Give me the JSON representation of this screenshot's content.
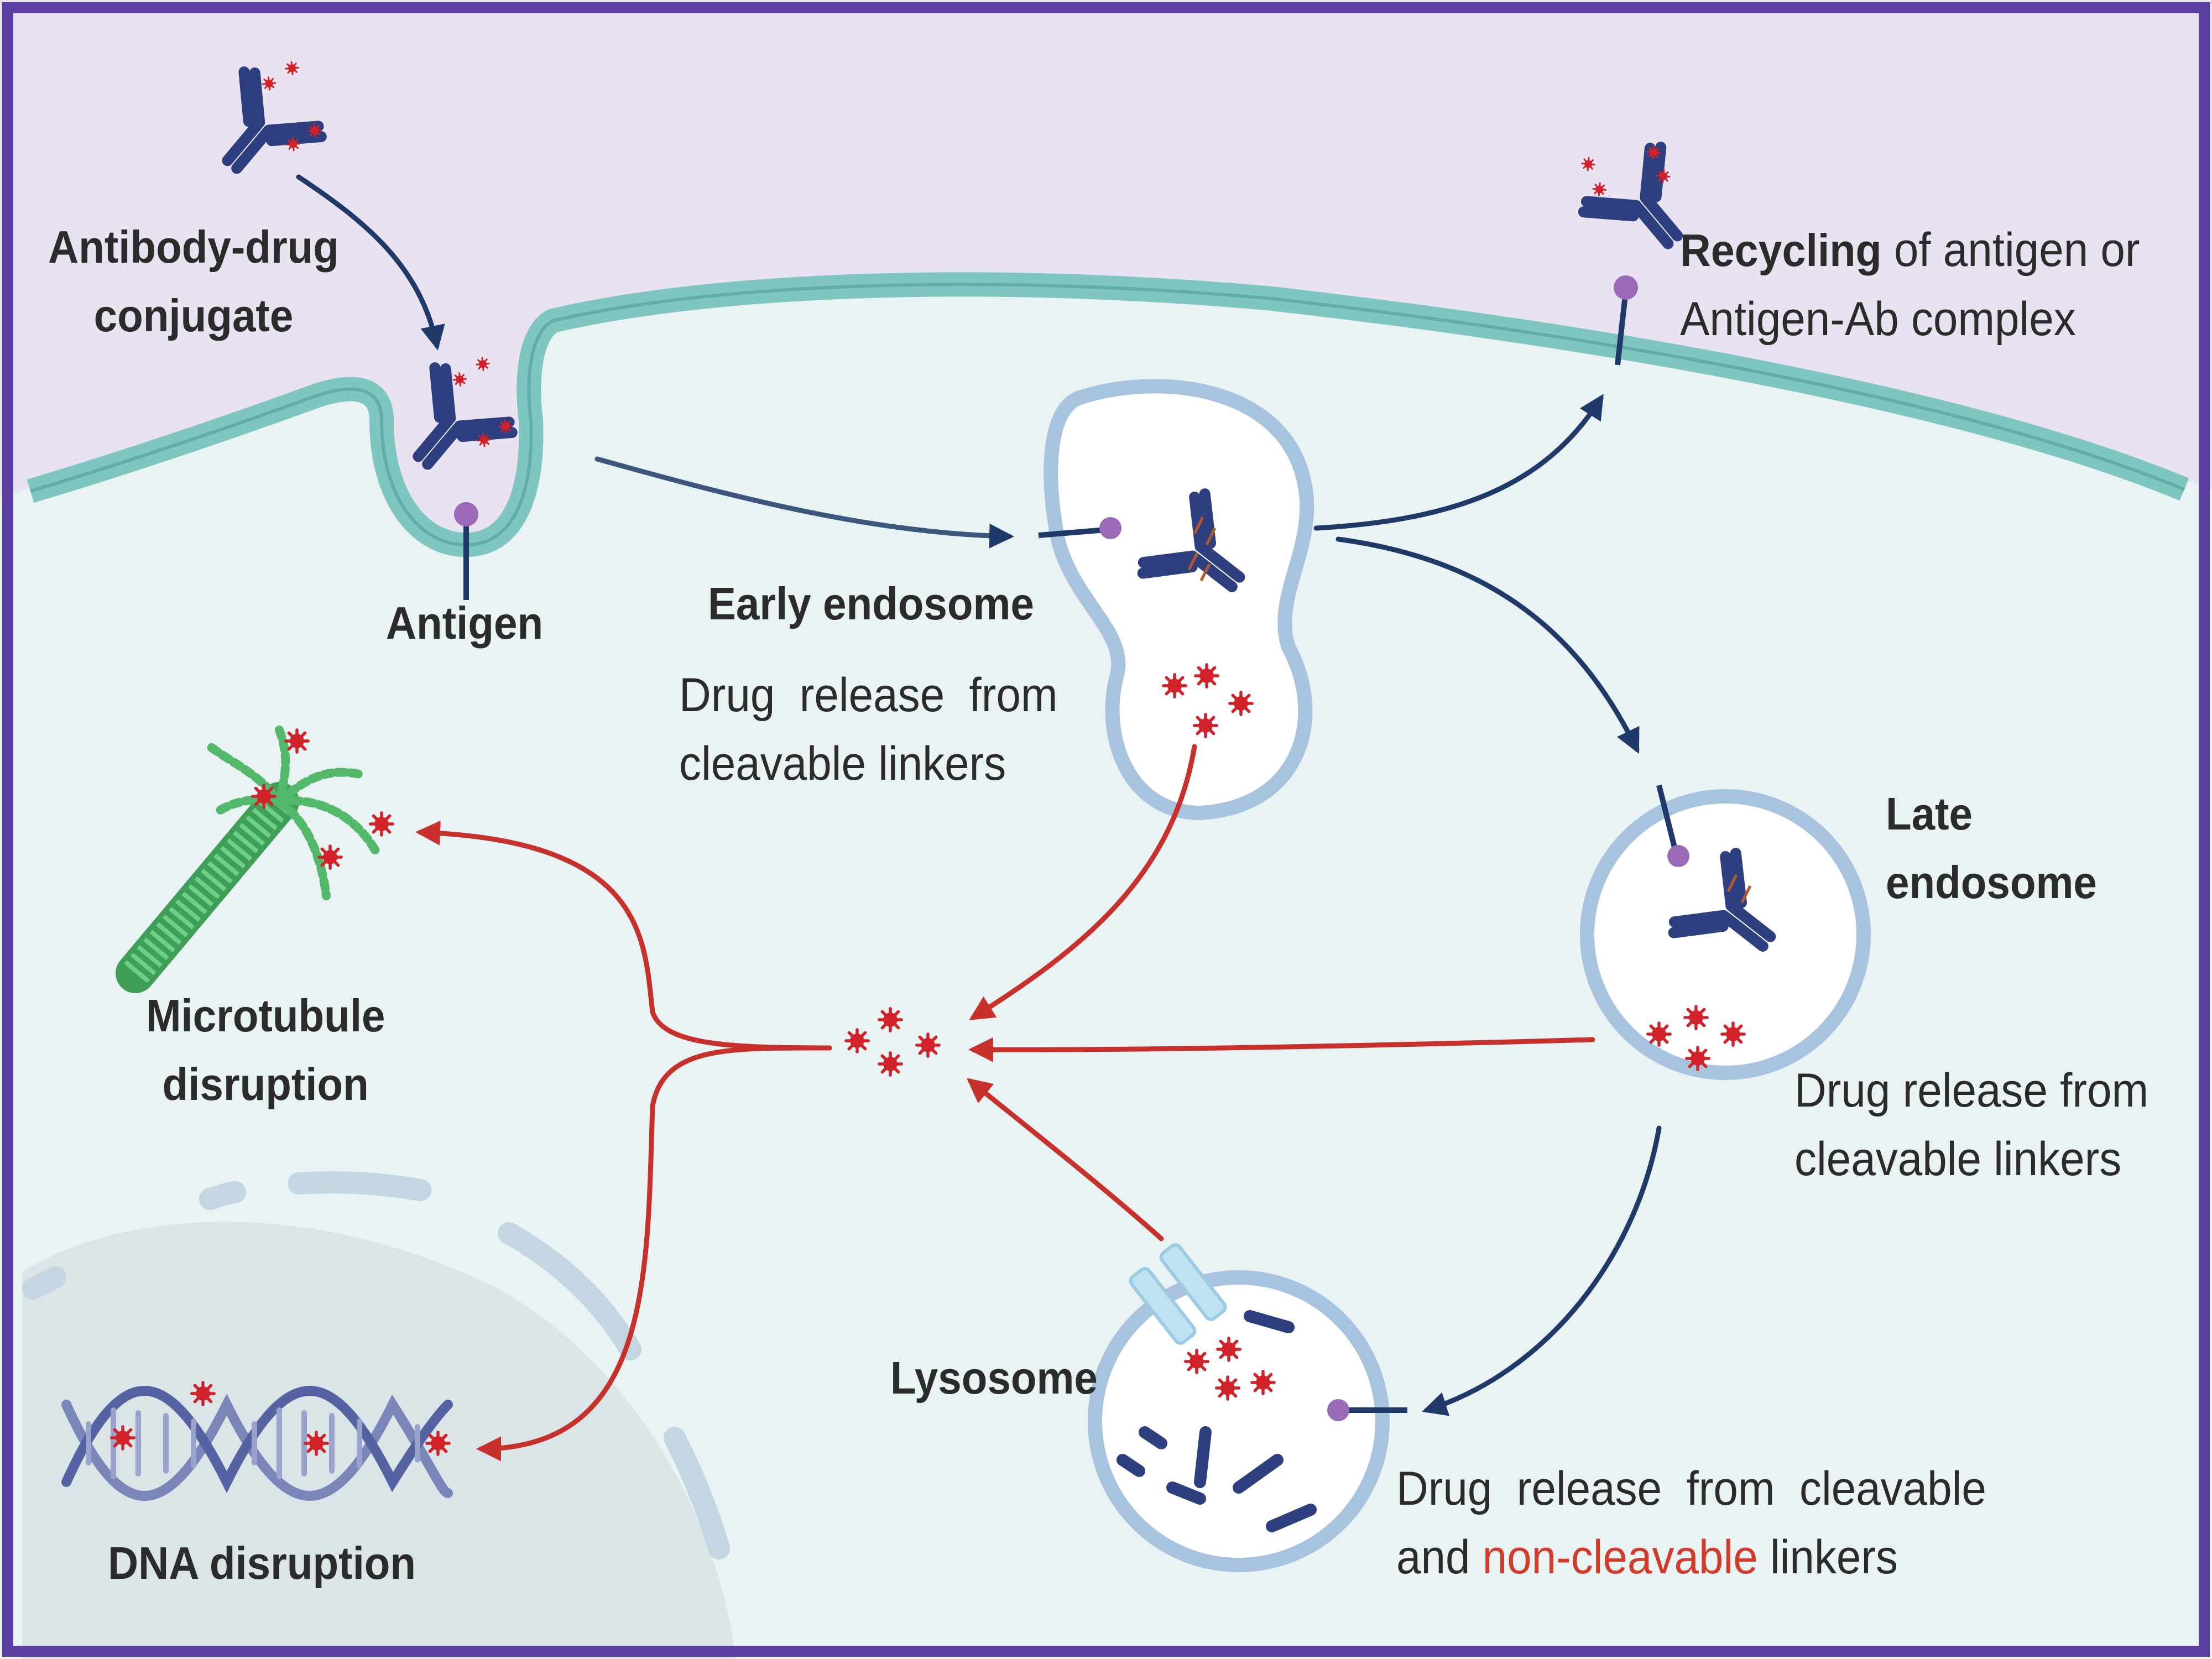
{
  "labels": {
    "adc": [
      "Antibody-drug",
      "conjugate"
    ],
    "antigen": "Antigen",
    "early_endosome": "Early endosome",
    "early_release": [
      "Drug  release  from",
      "cleavable linkers"
    ],
    "recycling": {
      "bold": "Recycling",
      "rest_line1": " of antigen or",
      "line2": "Antigen-Ab complex"
    },
    "late_endosome": [
      "Late",
      "endosome"
    ],
    "late_release": [
      "Drug release from",
      "cleavable linkers"
    ],
    "microtubule": [
      "Microtubule",
      "disruption"
    ],
    "lysosome": "Lysosome",
    "dna": "DNA disruption",
    "lysosome_release": {
      "line1": "Drug  release  from  cleavable",
      "line2_prefix": "and ",
      "line2_highlight": "non-cleavable",
      "line2_suffix": " linkers"
    }
  },
  "colors": {
    "extracellular": "#e8e2f1",
    "cytoplasm": "#e9f3f3",
    "membrane": "#7ec6bf",
    "antibody": "#2e3f7f",
    "drug": "#d1222a",
    "antigen_dot": "#9b6bb8",
    "vesicle_edge": "#a7c3de",
    "flow_arrow": "#1f3a68",
    "release_arrow": "#c8302c",
    "microtubule": "#4fb86a",
    "dna": "#7b86b8",
    "frame": "#5a3fa0",
    "highlight_text": "#d23a2a"
  }
}
